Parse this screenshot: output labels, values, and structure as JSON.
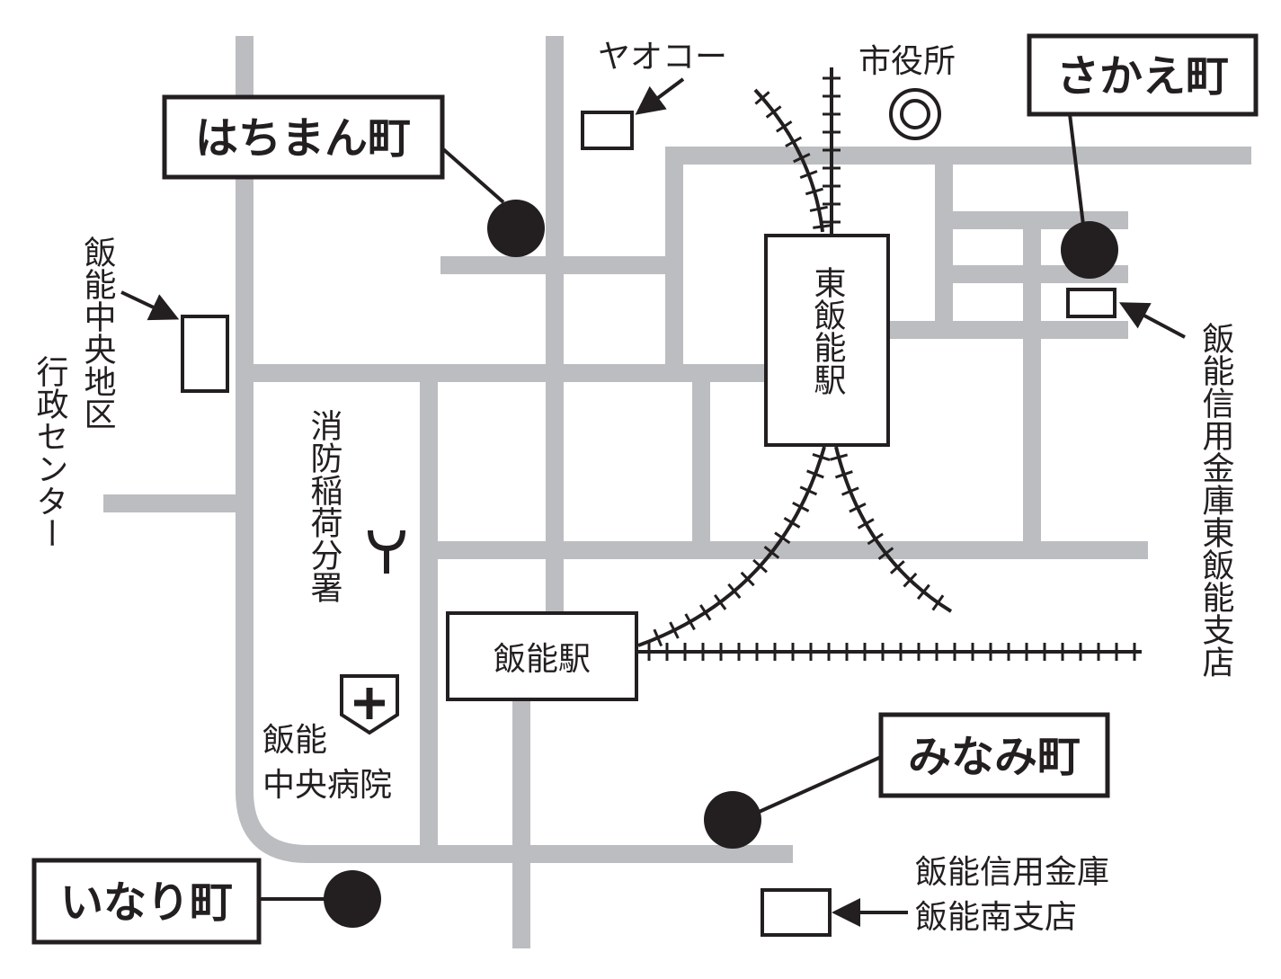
{
  "towns": {
    "hachiman": "はちまん町",
    "sakae": "さかえ町",
    "minami": "みなみ町",
    "inari": "いなり町"
  },
  "stations": {
    "higashi_hanno": "東飯能駅",
    "hanno": "飯能駅"
  },
  "landmarks": {
    "yaoko": "ヤオコー",
    "city_hall": "市役所",
    "admin_center": "飯能中央地区行政センター",
    "admin_center_line1": "飯能中央地区",
    "admin_center_line2": "行政センター",
    "fire_station": "消防稲荷分署",
    "hospital_line1": "飯能",
    "hospital_line2": "中央病院",
    "shinkin_east": "飯能信用金庫東飯能支店",
    "shinkin_south_line1": "飯能信用金庫",
    "shinkin_south_line2": "飯能南支店"
  },
  "colors": {
    "road": "#bcbdc0",
    "ink": "#231f20"
  }
}
